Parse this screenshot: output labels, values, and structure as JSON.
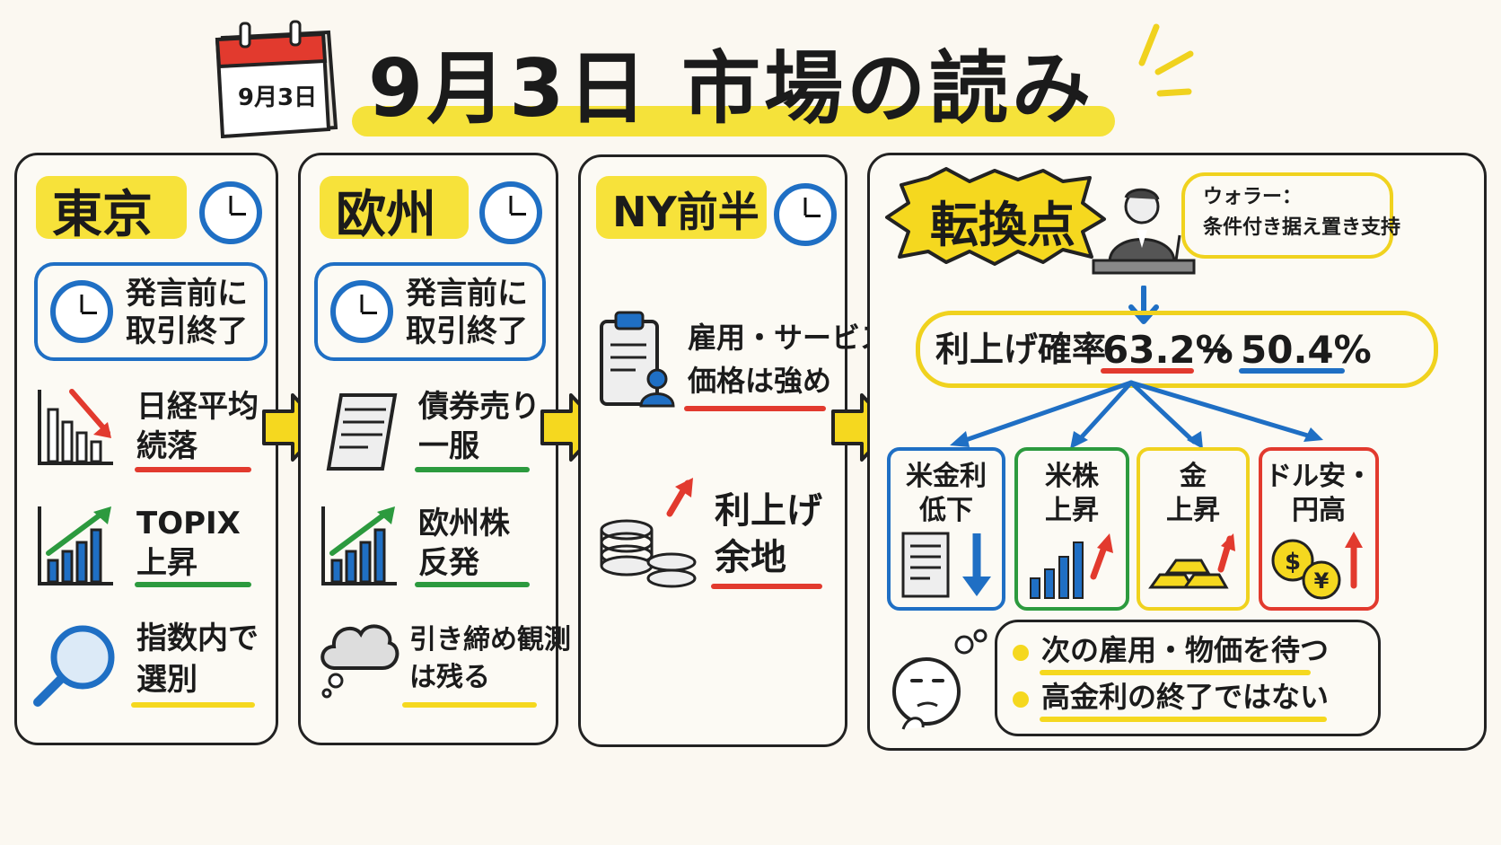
{
  "title": "9月3日 市場の読み",
  "calendar_label": "9月3日",
  "columns": [
    {
      "heading": "東京",
      "box_text": [
        "発言前に",
        "取引終了"
      ],
      "items": [
        {
          "lines": [
            "日経平均",
            "続落"
          ]
        },
        {
          "lines": [
            "TOPIX",
            "上昇"
          ]
        },
        {
          "lines": [
            "指数内で",
            "選別"
          ]
        }
      ]
    },
    {
      "heading": "欧州",
      "box_text": [
        "発言前に",
        "取引終了"
      ],
      "items": [
        {
          "lines": [
            "債券売り",
            "一服"
          ]
        },
        {
          "lines": [
            "欧州株",
            "反発"
          ]
        },
        {
          "lines": [
            "引き締め観測",
            "は残る"
          ]
        }
      ]
    },
    {
      "heading": "NY前半",
      "items": [
        {
          "lines": [
            "雇用・サービス",
            "価格は強め"
          ]
        },
        {
          "lines": [
            "利上げ",
            "余地"
          ]
        }
      ]
    }
  ],
  "turning_point": {
    "heading": "転換点",
    "speech": [
      "ウォラー：",
      "条件付き据え置き支持"
    ],
    "probability_label": "利上げ確率",
    "prob_from": "63.2%",
    "prob_arrow": "→",
    "prob_to": "50.4%",
    "effects": [
      {
        "lines": [
          "米金利",
          "低下"
        ],
        "color": "#1f6fc4"
      },
      {
        "lines": [
          "米株",
          "上昇"
        ],
        "color": "#2c9a3e"
      },
      {
        "lines": [
          "金",
          "上昇"
        ],
        "color": "#f0d21e"
      },
      {
        "lines": [
          "ドル安・",
          "円高"
        ],
        "color": "#e23a2e"
      }
    ],
    "notes": [
      "次の雇用・物価を待つ",
      "高金利の終了ではない"
    ]
  }
}
